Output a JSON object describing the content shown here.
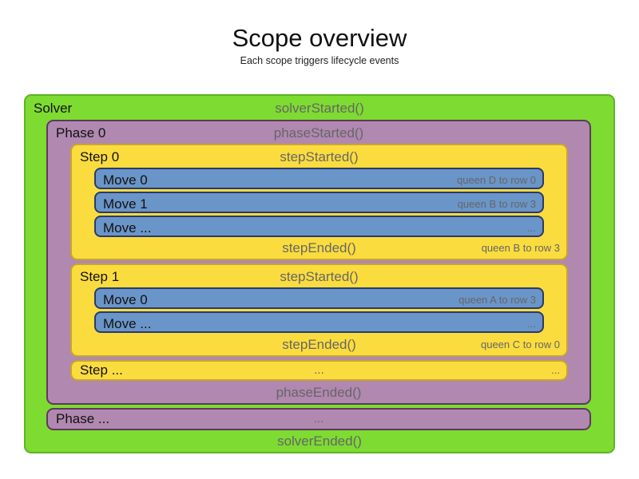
{
  "title": "Scope overview",
  "subtitle": "Each scope triggers lifecycle events",
  "colors": {
    "solver_fill": "#7edb31",
    "solver_border": "#5cb424",
    "phase_fill": "#b088b0",
    "phase_border": "#5d395d",
    "step_fill": "#fbdc3f",
    "step_border": "#c9a530",
    "move_fill": "#6a95c8",
    "move_border": "#2b3a66",
    "event_text": "#666666",
    "label_text": "#111111"
  },
  "solver": {
    "label": "Solver",
    "started_event": "solverStarted()",
    "ended_event": "solverEnded()",
    "phases": [
      {
        "label": "Phase 0",
        "started_event": "phaseStarted()",
        "ended_event": "phaseEnded()",
        "steps": [
          {
            "label": "Step 0",
            "started_event": "stepStarted()",
            "moves": [
              {
                "label": "Move 0",
                "note": "queen D to row 0"
              },
              {
                "label": "Move 1",
                "note": "queen B to row 3"
              },
              {
                "label": "Move ...",
                "note": "..."
              }
            ],
            "ended_event": "stepEnded()",
            "ended_note": "queen B to row 3"
          },
          {
            "label": "Step 1",
            "started_event": "stepStarted()",
            "moves": [
              {
                "label": "Move 0",
                "note": "queen A to row 3"
              },
              {
                "label": "Move ...",
                "note": "..."
              }
            ],
            "ended_event": "stepEnded()",
            "ended_note": "queen C to row 0"
          },
          {
            "label": "Step ...",
            "center_text": "...",
            "right_text": "..."
          }
        ]
      },
      {
        "label": "Phase ...",
        "center_text": "..."
      }
    ]
  }
}
